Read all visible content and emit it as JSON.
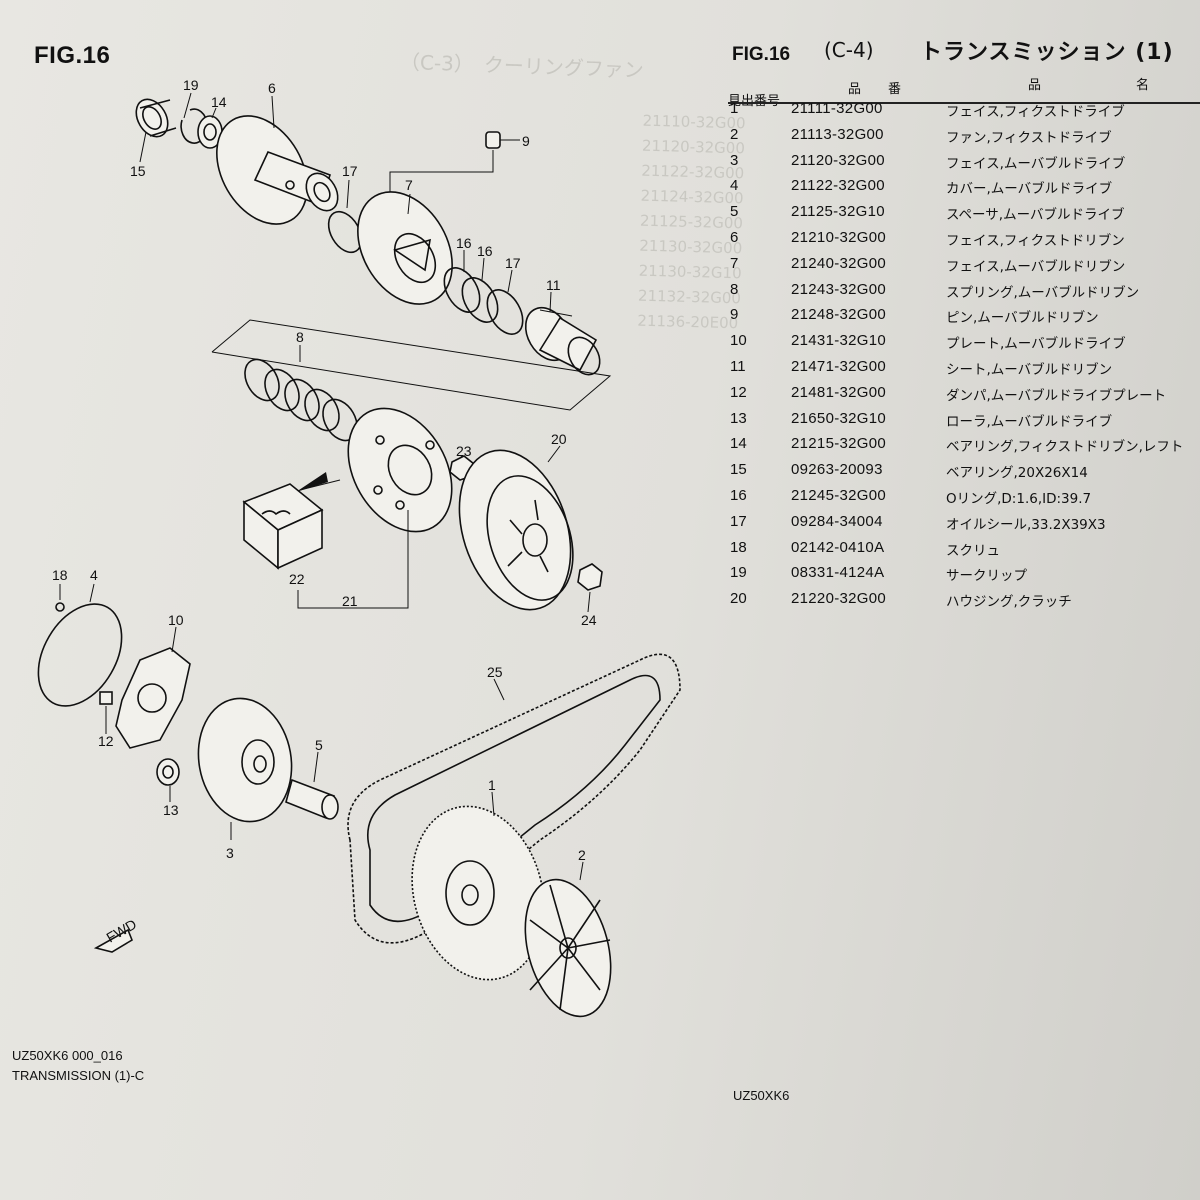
{
  "fig_label": "FIG.16",
  "parts_header": {
    "fig": "FIG.16",
    "category": "(C-4)",
    "name": "トランスミッション (1)"
  },
  "columns": {
    "ref": "見出番号",
    "part_no_a": "品",
    "part_no_b": "番",
    "name_a": "品",
    "name_b": "名"
  },
  "parts": [
    {
      "ref": "1",
      "part_no": "21111-32G00",
      "name": "フェイス,フィクストドライブ"
    },
    {
      "ref": "2",
      "part_no": "21113-32G00",
      "name": "ファン,フィクストドライブ"
    },
    {
      "ref": "3",
      "part_no": "21120-32G00",
      "name": "フェイス,ムーバブルドライブ"
    },
    {
      "ref": "4",
      "part_no": "21122-32G00",
      "name": "カバー,ムーバブルドライブ"
    },
    {
      "ref": "5",
      "part_no": "21125-32G10",
      "name": "スペーサ,ムーバブルドライブ"
    },
    {
      "ref": "6",
      "part_no": "21210-32G00",
      "name": "フェイス,フィクストドリブン"
    },
    {
      "ref": "7",
      "part_no": "21240-32G00",
      "name": "フェイス,ムーバブルドリブン"
    },
    {
      "ref": "8",
      "part_no": "21243-32G00",
      "name": "スプリング,ムーバブルドリブン"
    },
    {
      "ref": "9",
      "part_no": "21248-32G00",
      "name": "ピン,ムーバブルドリブン"
    },
    {
      "ref": "10",
      "part_no": "21431-32G10",
      "name": "プレート,ムーバブルドライブ"
    },
    {
      "ref": "11",
      "part_no": "21471-32G00",
      "name": "シート,ムーバブルドリブン"
    },
    {
      "ref": "12",
      "part_no": "21481-32G00",
      "name": "ダンパ,ムーバブルドライブプレート"
    },
    {
      "ref": "13",
      "part_no": "21650-32G10",
      "name": "ローラ,ムーバブルドライブ"
    },
    {
      "ref": "14",
      "part_no": "21215-32G00",
      "name": "ベアリング,フィクストドリブン,レフト"
    },
    {
      "ref": "15",
      "part_no": "09263-20093",
      "name": "ベアリング,20X26X14"
    },
    {
      "ref": "16",
      "part_no": "21245-32G00",
      "name": "Oリング,D:1.6,ID:39.7"
    },
    {
      "ref": "17",
      "part_no": "09284-34004",
      "name": "オイルシール,33.2X39X3"
    },
    {
      "ref": "18",
      "part_no": "02142-0410A",
      "name": "スクリュ"
    },
    {
      "ref": "19",
      "part_no": "08331-4124A",
      "name": "サークリップ"
    },
    {
      "ref": "20",
      "part_no": "21220-32G00",
      "name": "ハウジング,クラッチ"
    }
  ],
  "diagram_callouts": [
    "1",
    "2",
    "3",
    "4",
    "5",
    "6",
    "7",
    "8",
    "9",
    "10",
    "11",
    "12",
    "13",
    "14",
    "15",
    "16",
    "16",
    "17",
    "17",
    "18",
    "19",
    "20",
    "21",
    "22",
    "23",
    "24",
    "25"
  ],
  "fwd_marker": "FWD",
  "footer_left": {
    "code": "UZ50XK6 000_016",
    "title": "TRANSMISSION (1)-C"
  },
  "footer_right": "UZ50XK6"
}
